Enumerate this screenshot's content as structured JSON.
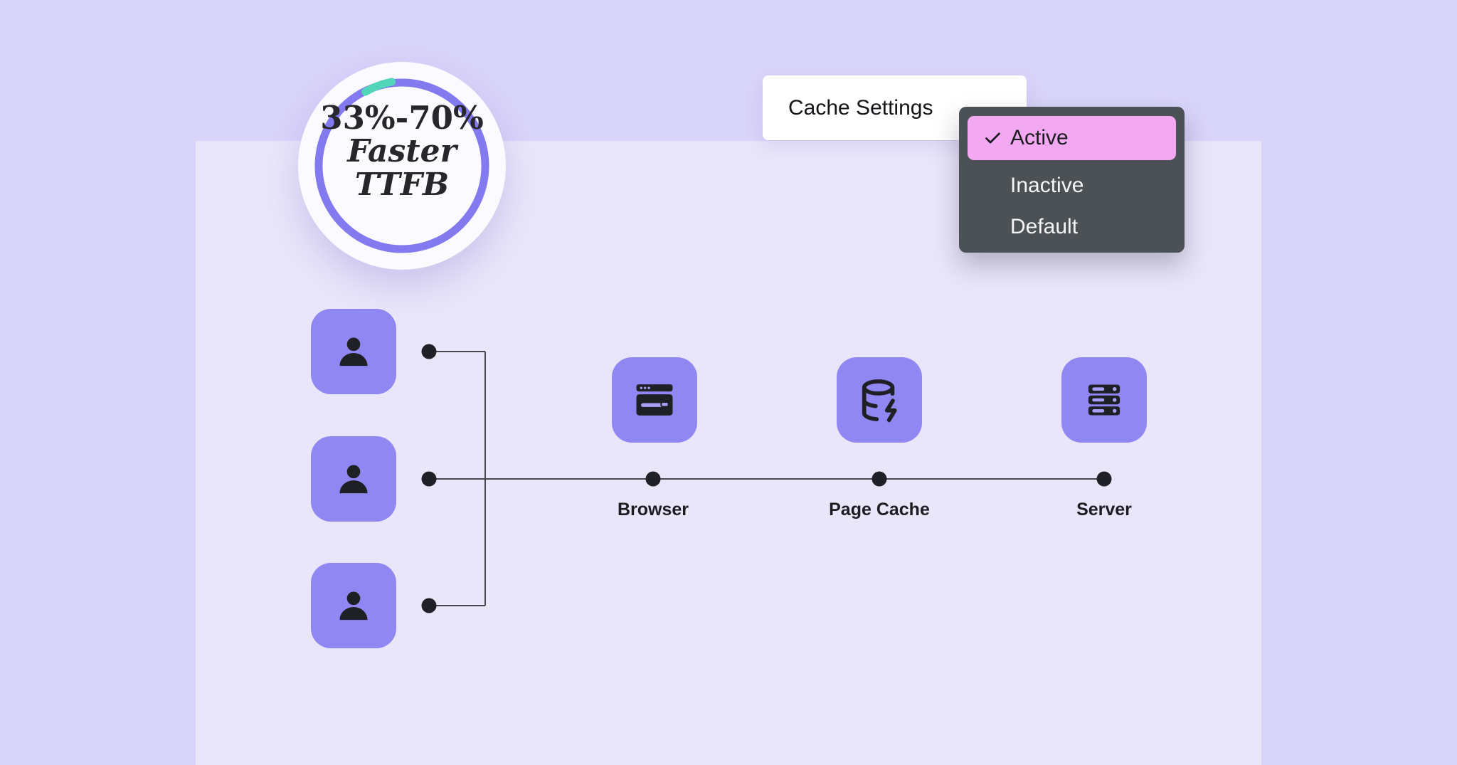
{
  "badge": {
    "stat": "33%-70%",
    "caption": "Faster TTFB",
    "ring_color": "#837af0",
    "accent_color": "#52d6b9"
  },
  "cache_settings": {
    "title": "Cache Settings",
    "options": [
      {
        "label": "Active",
        "selected": true
      },
      {
        "label": "Inactive",
        "selected": false
      },
      {
        "label": "Default",
        "selected": false
      }
    ]
  },
  "flow": {
    "user_tiles": 3,
    "nodes": [
      {
        "id": "browser",
        "label": "Browser"
      },
      {
        "id": "page-cache",
        "label": "Page Cache"
      },
      {
        "id": "server",
        "label": "Server"
      }
    ]
  },
  "colors": {
    "outer_background": "#d9d4f9",
    "panel_background": "#e9e6fa",
    "tile_purple": "#9187f2",
    "glyph_dark": "#1f2026",
    "menu_background": "#4c5155",
    "menu_text": "#f5f4f7",
    "selected_pink": "#f3a9f1",
    "selected_text": "#1a1b20",
    "connector_line": "#47474f",
    "badge_ring": "#837af0",
    "badge_accent": "#52d6b9"
  }
}
